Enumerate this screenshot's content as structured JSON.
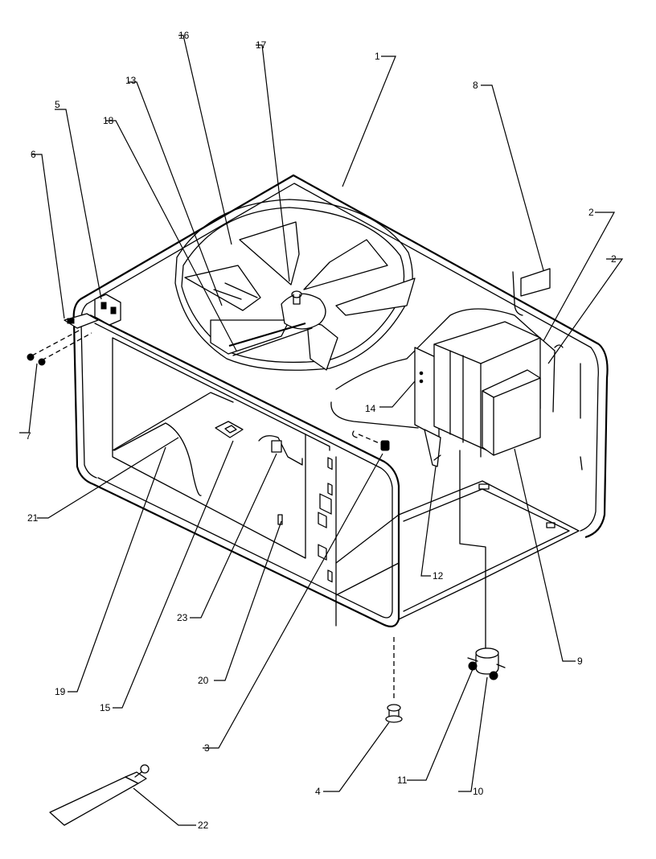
{
  "diagram": {
    "callouts": [
      {
        "id": "1",
        "label": "1"
      },
      {
        "id": "2a",
        "label": "2"
      },
      {
        "id": "2b",
        "label": "2"
      },
      {
        "id": "3",
        "label": "3"
      },
      {
        "id": "4",
        "label": "4"
      },
      {
        "id": "5",
        "label": "5"
      },
      {
        "id": "6",
        "label": "6"
      },
      {
        "id": "7",
        "label": "7"
      },
      {
        "id": "8",
        "label": "8"
      },
      {
        "id": "9",
        "label": "9"
      },
      {
        "id": "10",
        "label": "10"
      },
      {
        "id": "11",
        "label": "11"
      },
      {
        "id": "12",
        "label": "12"
      },
      {
        "id": "13",
        "label": "13"
      },
      {
        "id": "14",
        "label": "14"
      },
      {
        "id": "15",
        "label": "15"
      },
      {
        "id": "16",
        "label": "16"
      },
      {
        "id": "17",
        "label": "17"
      },
      {
        "id": "18",
        "label": "18"
      },
      {
        "id": "19",
        "label": "19"
      },
      {
        "id": "20",
        "label": "20"
      },
      {
        "id": "21",
        "label": "21"
      },
      {
        "id": "22",
        "label": "22"
      },
      {
        "id": "23",
        "label": "23"
      }
    ]
  }
}
